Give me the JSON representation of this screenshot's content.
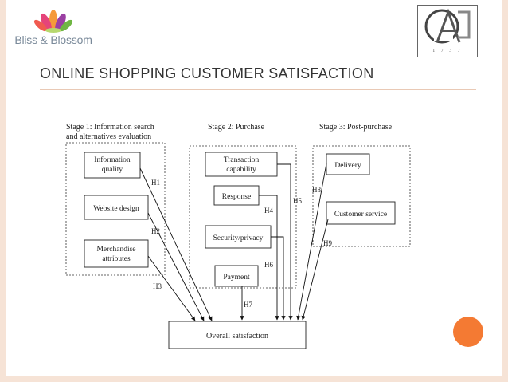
{
  "brand": {
    "name": "Bliss & Blossom"
  },
  "emblem": {
    "initials": "GA",
    "year": "1 7 3 7"
  },
  "slide": {
    "title": "ONLINE SHOPPING CUSTOMER SATISFACTION"
  },
  "diagram": {
    "stage1": {
      "label_line1": "Stage 1: Information search",
      "label_line2": "and alternatives evaluation"
    },
    "stage2": {
      "label": "Stage 2: Purchase"
    },
    "stage3": {
      "label": "Stage 3: Post-purchase"
    },
    "boxes": {
      "info_quality_line1": "Information",
      "info_quality_line2": "quality",
      "website_design": "Website design",
      "merchandise_line1": "Merchandise",
      "merchandise_line2": "attributes",
      "transaction_line1": "Transaction",
      "transaction_line2": "capability",
      "response": "Response",
      "security": "Security/privacy",
      "payment": "Payment",
      "delivery": "Delivery",
      "customer_service": "Customer service",
      "overall": "Overall satisfaction"
    },
    "hypotheses": {
      "h1": "H1",
      "h2": "H2",
      "h3": "H3",
      "h4": "H4",
      "h5": "H5",
      "h6": "H6",
      "h7": "H7",
      "h8": "H8",
      "h9": "H9"
    }
  },
  "colors": {
    "accent": "#f47a33",
    "frame": "#f6e3d6",
    "title_text": "#333333"
  }
}
